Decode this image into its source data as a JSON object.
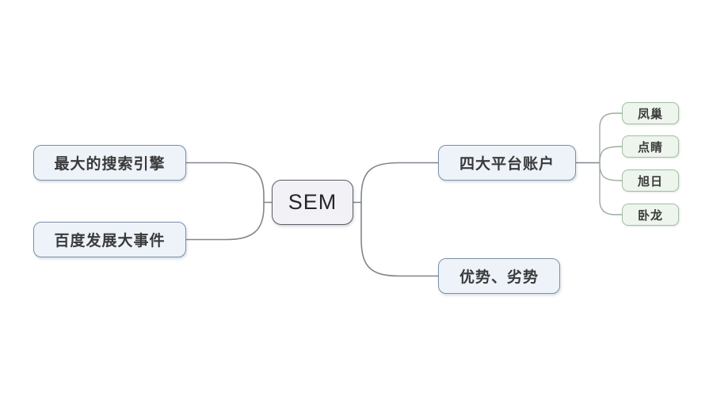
{
  "diagram": {
    "type": "mindmap",
    "root": {
      "label": "SEM"
    },
    "left_branches": [
      {
        "label": "最大的搜索引擎"
      },
      {
        "label": "百度发展大事件"
      }
    ],
    "right_branches": [
      {
        "label": "四大平台账户",
        "children": [
          {
            "label": "凤巢"
          },
          {
            "label": "点睛"
          },
          {
            "label": "旭日"
          },
          {
            "label": "卧龙"
          }
        ]
      },
      {
        "label": "优势、劣势",
        "children": []
      }
    ],
    "colors": {
      "background": "#ffffff",
      "root_fill": "#f2f1f5",
      "root_border": "#5c5c66",
      "branch_fill": "#edf3f9",
      "branch_border": "#7c90a8",
      "child_fill": "#eef5ed",
      "child_border": "#a2bfa2",
      "connector": "#80868e",
      "child_connector": "#9fab9f",
      "text": "#3a3a3a"
    }
  }
}
